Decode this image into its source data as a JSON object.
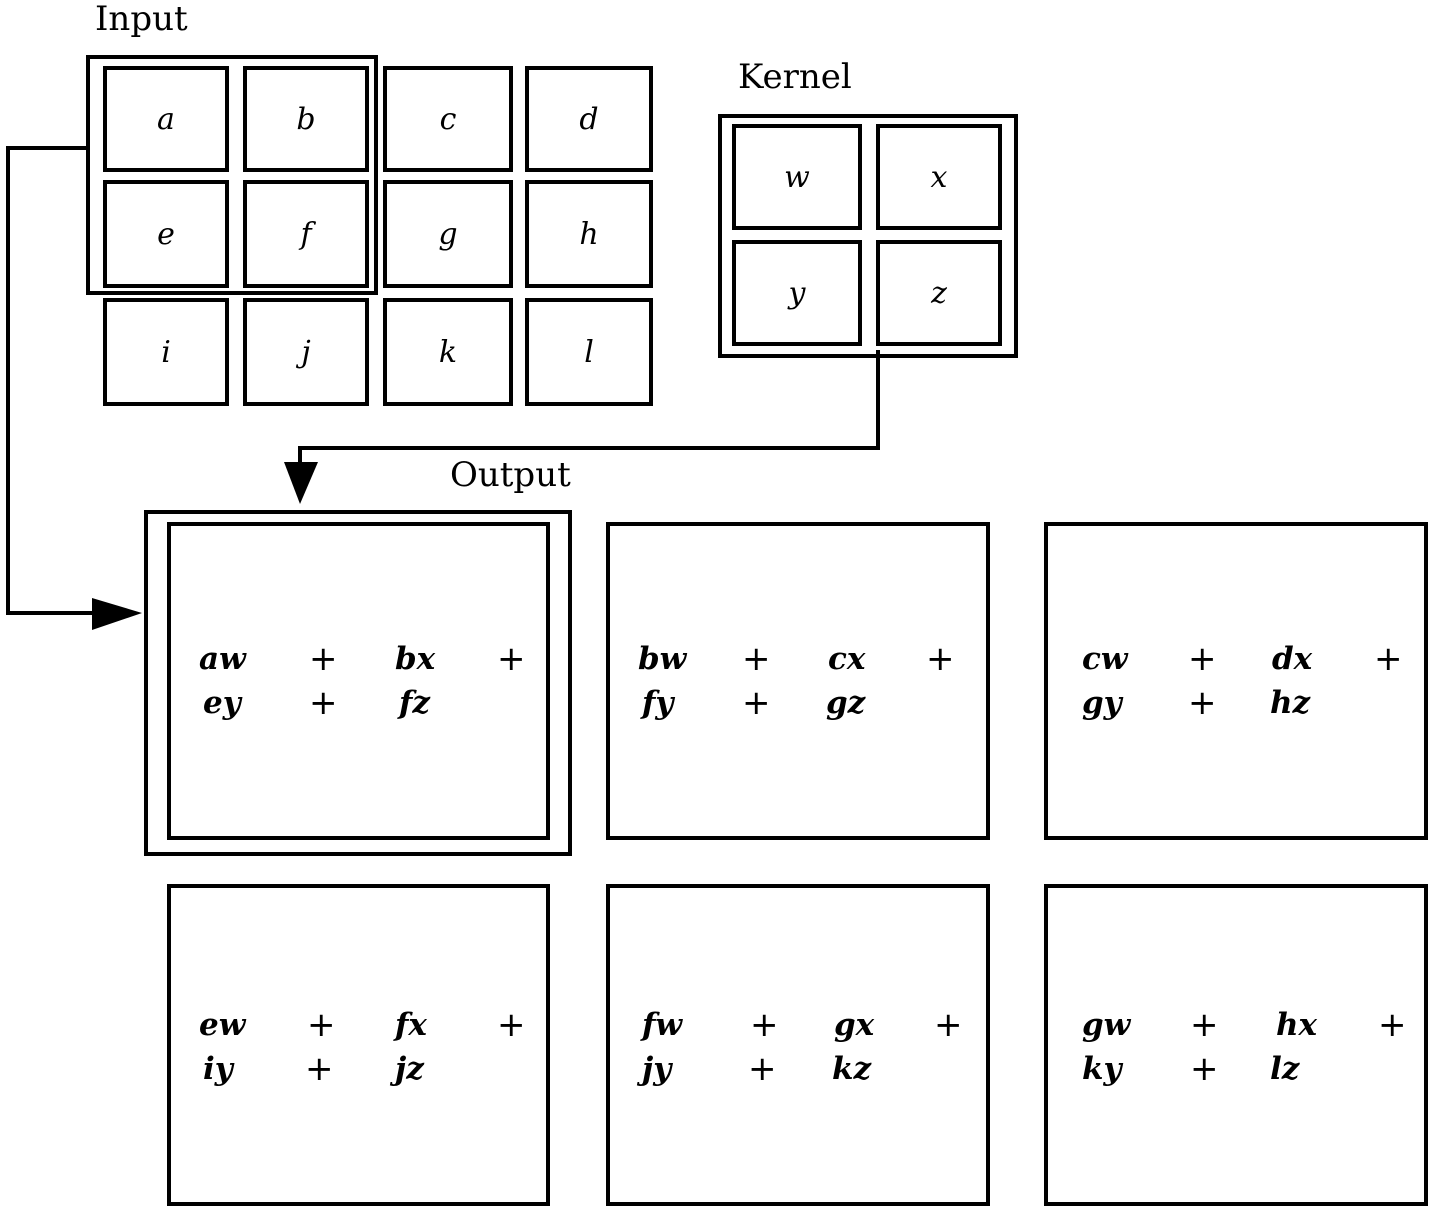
{
  "labels": {
    "input": "Input",
    "kernel": "Kernel",
    "output": "Output"
  },
  "input": {
    "cells": [
      [
        "a",
        "b",
        "c",
        "d"
      ],
      [
        "e",
        "f",
        "g",
        "h"
      ],
      [
        "i",
        "j",
        "k",
        "l"
      ]
    ]
  },
  "kernel": {
    "cells": [
      [
        "w",
        "x"
      ],
      [
        "y",
        "z"
      ]
    ]
  },
  "output": {
    "cells": [
      [
        {
          "t1": "aw",
          "t2": "bx",
          "t3": "ey",
          "t4": "fz"
        },
        {
          "t1": "bw",
          "t2": "cx",
          "t3": "fy",
          "t4": "gz"
        },
        {
          "t1": "cw",
          "t2": "dx",
          "t3": "gy",
          "t4": "hz"
        }
      ],
      [
        {
          "t1": "ew",
          "t2": "fx",
          "t3": "iy",
          "t4": "jz"
        },
        {
          "t1": "fw",
          "t2": "gx",
          "t3": "jy",
          "t4": "kz"
        },
        {
          "t1": "gw",
          "t2": "hx",
          "t3": "ky",
          "t4": "lz"
        }
      ]
    ],
    "plus_sign": "+"
  }
}
